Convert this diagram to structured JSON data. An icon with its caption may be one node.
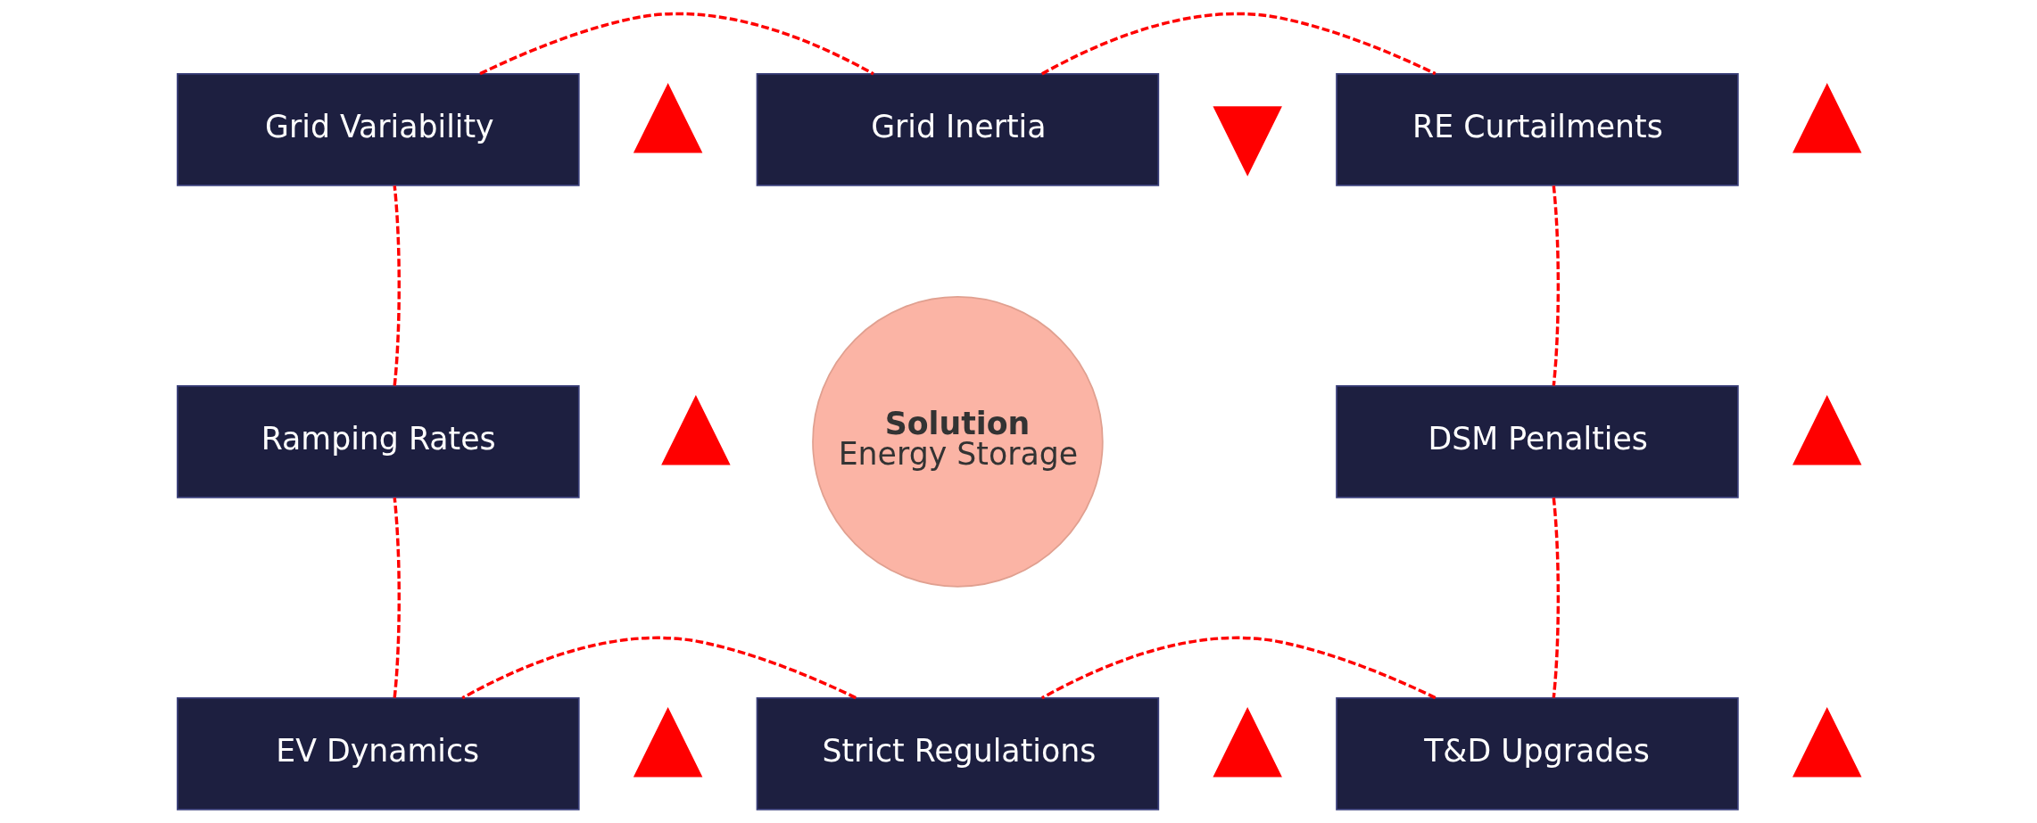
{
  "diagram": {
    "nodes": [
      {
        "text": [
          "Grid Variability"
        ]
      },
      {
        "text": [],
        "shape": "up-arrow"
      },
      {
        "text": [
          "Grid Inertia"
        ]
      },
      {
        "text": [],
        "shape": "down-arrow"
      },
      {
        "text": [
          "RE Curtailments"
        ]
      },
      {
        "text": [],
        "shape": "up-arrow"
      },
      {
        "text": [
          "Ramping Rates"
        ]
      },
      {
        "text": [],
        "shape": "up-arrow"
      },
      {
        "text": [
          "Solution",
          "Energy Storage"
        ]
      },
      {
        "text": [
          "DSM Penalties"
        ]
      },
      {
        "text": [],
        "shape": "up-arrow"
      },
      {
        "text": [
          "EV Dynamics"
        ]
      },
      {
        "text": [],
        "shape": "up-arrow"
      },
      {
        "text": [
          "Strict Regulations"
        ]
      },
      {
        "text": [],
        "shape": "up-arrow"
      },
      {
        "text": [
          "T&D Upgrades"
        ]
      },
      {
        "text": [],
        "shape": "up-arrow"
      }
    ],
    "edges": [
      {
        "from": 0,
        "to": 2,
        "arrow": "none",
        "style": "dashed"
      },
      {
        "from": 2,
        "to": 4,
        "arrow": "none",
        "style": "dashed"
      },
      {
        "from": 4,
        "to": 9,
        "arrow": "none",
        "style": "dashed"
      },
      {
        "from": 9,
        "to": 15,
        "arrow": "none",
        "style": "dashed"
      },
      {
        "from": 15,
        "to": 13,
        "arrow": "none",
        "style": "dashed"
      },
      {
        "from": 13,
        "to": 11,
        "arrow": "none",
        "style": "dashed"
      },
      {
        "from": 11,
        "to": 6,
        "arrow": "none",
        "style": "dashed"
      },
      {
        "from": 6,
        "to": 0,
        "arrow": "none",
        "style": "dashed"
      }
    ]
  }
}
